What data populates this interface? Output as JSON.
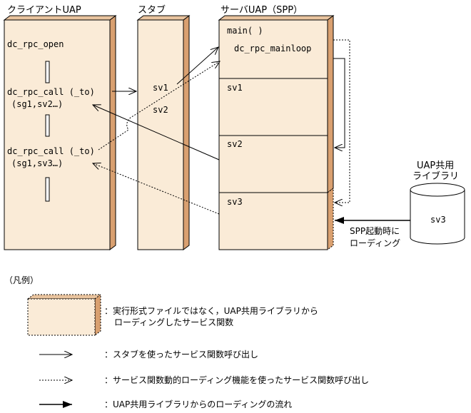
{
  "columns": {
    "client": {
      "title": "クライアントUAP"
    },
    "stub": {
      "title": "スタブ"
    },
    "server": {
      "title": "サーバUAP（SPP）"
    }
  },
  "client": {
    "open": "dc_rpc_open",
    "call1": "dc_rpc_call (_to)",
    "args1": "(sg1,sv2…)",
    "call2": "dc_rpc_call (_to)",
    "args2": "(sg1,sv3…)"
  },
  "stub": {
    "sv1": "sv1",
    "sv2": "sv2"
  },
  "server": {
    "main": "main( )",
    "mainloop": "dc_rpc_mainloop",
    "sv1": "sv1",
    "sv2": "sv2",
    "sv3": "sv3"
  },
  "library": {
    "title_line1": "UAP共用",
    "title_line2": "ライブラリ",
    "item": "sv3"
  },
  "loading_label": {
    "line1": "SPP起動時に",
    "line2": "ローディング"
  },
  "legend": {
    "heading": "（凡例）",
    "box_desc_line1": "：実行形式ファイルではなく，UAP共用ライブラリから",
    "box_desc_line2": "ローディングしたサービス関数",
    "solid_arrow_desc": "：スタブを使ったサービス関数呼び出し",
    "dotted_arrow_desc": "：サービス関数動的ローディング機能を使ったサービス関数呼び出し",
    "filled_arrow_desc": "：UAP共用ライブラリからのローディングの流れ"
  },
  "colors": {
    "box_fill": "#faebd7",
    "box_side": "#d9a070",
    "line": "#000000"
  }
}
